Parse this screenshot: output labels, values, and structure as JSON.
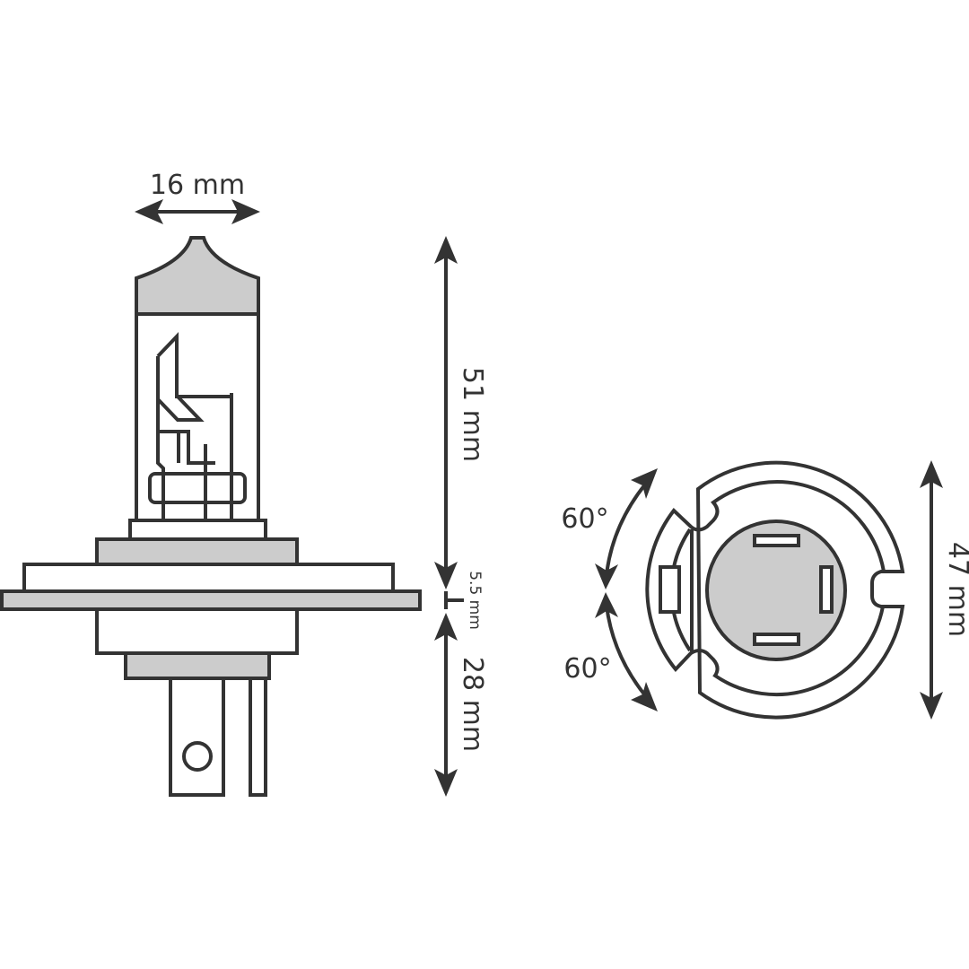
{
  "dimensions": {
    "glass_width": "16 mm",
    "bulb_height": "51 mm",
    "flange_thickness": "5.5 mm",
    "base_height": "28 mm",
    "socket_diameter": "47 mm"
  },
  "angles": {
    "upper": "60°",
    "lower": "60°"
  },
  "colors": {
    "stroke": "#333333",
    "fill": "#cccccc",
    "background": "#ffffff"
  }
}
